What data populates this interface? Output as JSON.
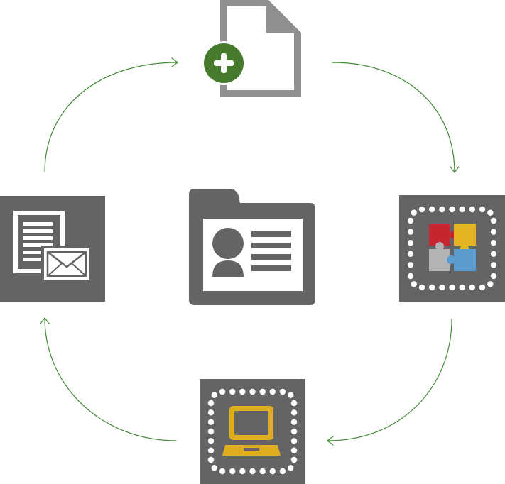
{
  "diagram": {
    "type": "cycle",
    "nodes": [
      {
        "key": "new-document",
        "icon": "document-add-icon"
      },
      {
        "key": "integration",
        "icon": "puzzle-icon"
      },
      {
        "key": "computer",
        "icon": "laptop-icon"
      },
      {
        "key": "messages",
        "icon": "document-mail-icon"
      }
    ],
    "center": {
      "key": "contact-folder",
      "icon": "contact-card-folder-icon"
    },
    "flow_direction": "clockwise"
  },
  "colors": {
    "tile_gray": "#646466",
    "doc_gray": "#8f8f91",
    "arrow_green": "#3f8a33",
    "plus_green": "#467b2e",
    "puzzle_red": "#c6262e",
    "puzzle_yellow": "#e5b323",
    "puzzle_blue": "#5b9ccf",
    "puzzle_gray": "#b3b3b5",
    "laptop_gold": "#e0ad22"
  }
}
